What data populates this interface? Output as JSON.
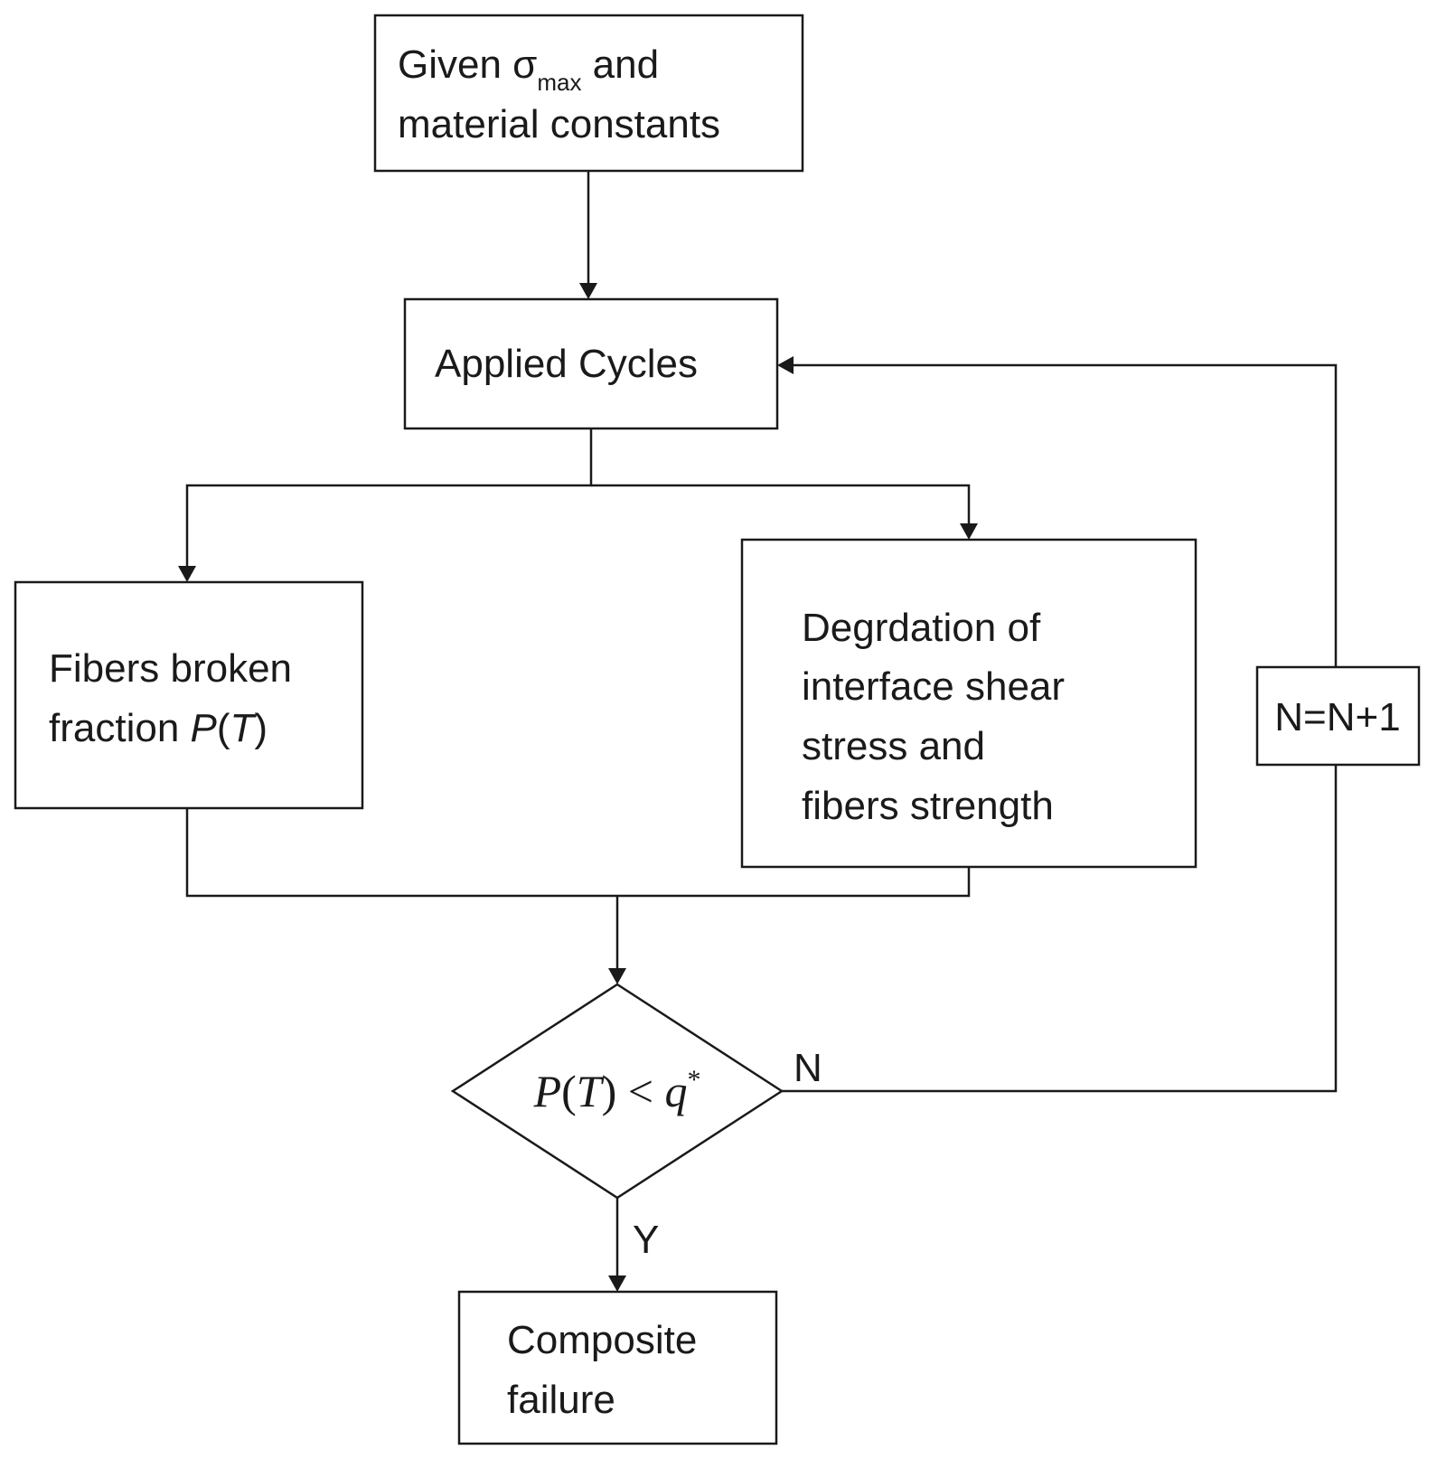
{
  "start_box": {
    "line1_prefix": "Given  σ",
    "line1_subscript": "max",
    "line1_suffix": " and",
    "line2": "material constants"
  },
  "cycles_box": {
    "label": "Applied Cycles"
  },
  "fibers_box": {
    "line1": "Fibers broken",
    "line2_prefix": "fraction ",
    "line2_p": "P",
    "line2_open": "(",
    "line2_t": "T",
    "line2_close": ")"
  },
  "degradation_box": {
    "line1": "Degrdation of",
    "line2": "interface shear",
    "line3": "stress and",
    "line4": "fibers strength"
  },
  "counter_box": {
    "label": "N=N+1"
  },
  "decision": {
    "p": "P",
    "open": "(",
    "t": "T",
    "close": ")",
    "lt": " < ",
    "q": "q",
    "star": "*"
  },
  "branch_no_label": "N",
  "branch_yes_label": "Y",
  "end_box": {
    "line1": "Composite",
    "line2": "failure"
  }
}
